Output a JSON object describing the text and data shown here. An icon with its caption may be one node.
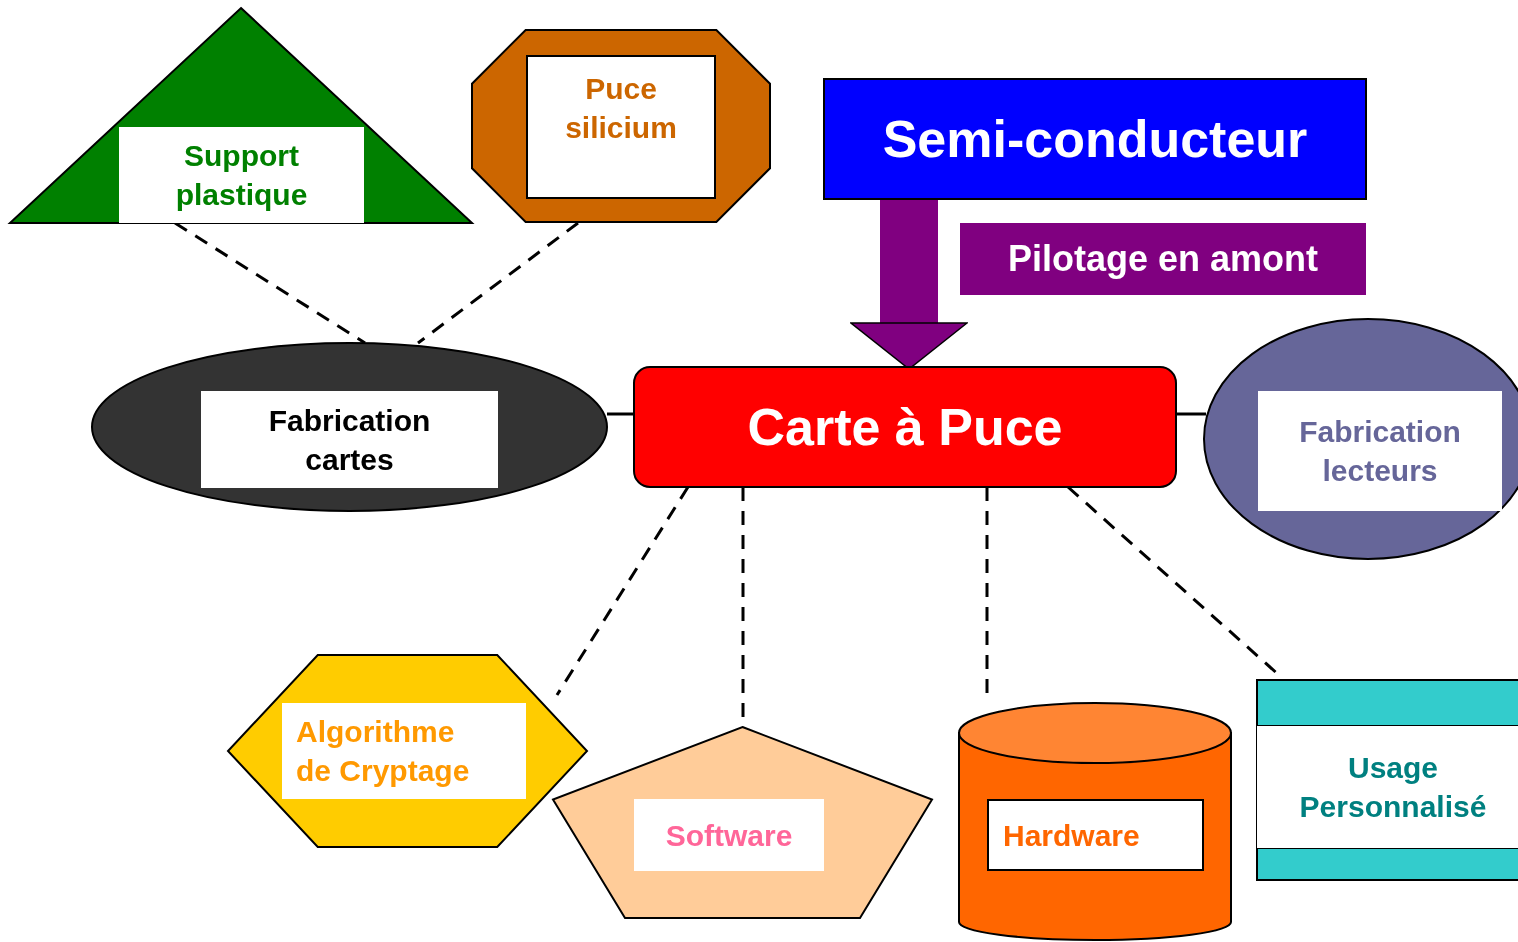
{
  "diagram": {
    "nodes": [
      {
        "text": [
          "Support plastique"
        ]
      },
      {
        "text": [
          "Puce silicium"
        ]
      },
      {
        "text": [
          "Semi-conducteur"
        ]
      },
      {
        "text": [
          "Pilotage en amont"
        ]
      },
      {
        "text": [
          "Fabrication cartes"
        ]
      },
      {
        "text": [
          "Carte à Puce"
        ]
      },
      {
        "text": [
          "Fabrication lecteurs"
        ]
      },
      {
        "text": [
          "Algorithme de Cryptage"
        ]
      },
      {
        "text": [
          "Software"
        ]
      },
      {
        "text": [
          "Hardware"
        ]
      },
      {
        "text": [
          "Usage Personnalisé"
        ]
      }
    ],
    "edges": [
      {
        "from": 0,
        "to": 4,
        "arrow": "none",
        "style": "dashed"
      },
      {
        "from": 1,
        "to": 4,
        "arrow": "none",
        "style": "dashed"
      },
      {
        "from": 2,
        "to": 5,
        "arrow": "to",
        "style": "thick",
        "color": "#800080"
      },
      {
        "from": 4,
        "to": 5,
        "arrow": "none"
      },
      {
        "from": 5,
        "to": 6,
        "arrow": "none"
      },
      {
        "from": 5,
        "to": 7,
        "arrow": "none",
        "style": "dashed"
      },
      {
        "from": 5,
        "to": 8,
        "arrow": "none",
        "style": "dashed"
      },
      {
        "from": 5,
        "to": 9,
        "arrow": "none",
        "style": "dashed"
      },
      {
        "from": 5,
        "to": 10,
        "arrow": "none",
        "style": "dashed"
      }
    ]
  }
}
